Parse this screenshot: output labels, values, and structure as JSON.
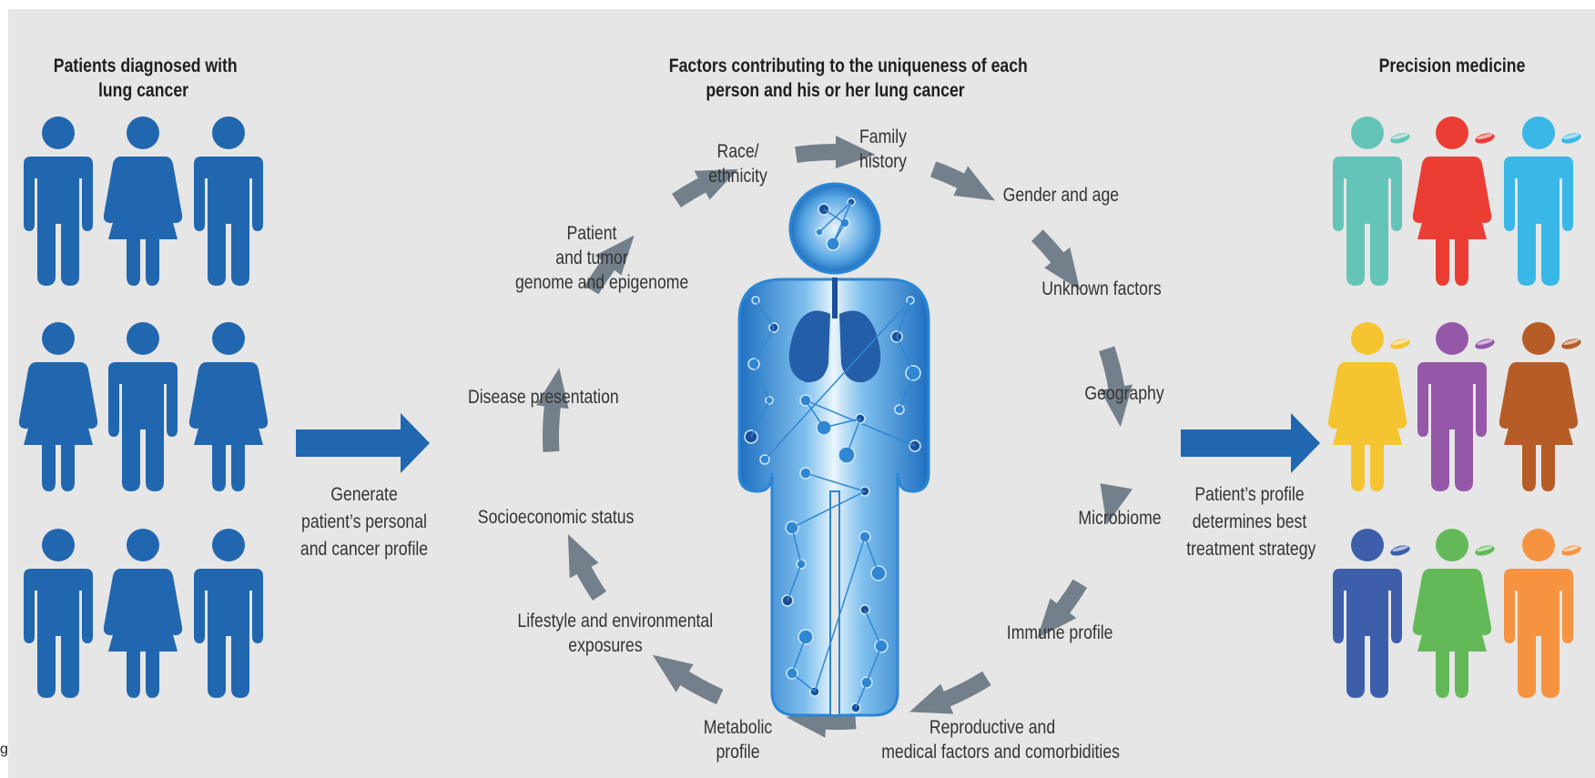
{
  "headings": {
    "left": [
      "Patients diagnosed with",
      "lung cancer"
    ],
    "center": [
      "Factors contributing to the uniqueness of each",
      "person and his or her lung cancer"
    ],
    "right": [
      "Precision medicine"
    ]
  },
  "arrow_captions": {
    "left": [
      "Generate",
      "patient’s personal",
      "and cancer profile"
    ],
    "right": [
      "Patient’s profile",
      "determines best",
      "treatment strategy"
    ]
  },
  "factors": [
    {
      "id": "race-ethnicity",
      "lines": [
        "Race/",
        "ethnicity"
      ]
    },
    {
      "id": "family-history",
      "lines": [
        "Family",
        "history"
      ]
    },
    {
      "id": "gender-age",
      "lines": [
        "Gender and age"
      ]
    },
    {
      "id": "unknown-factors",
      "lines": [
        "Unknown factors"
      ]
    },
    {
      "id": "geography",
      "lines": [
        "Geography"
      ]
    },
    {
      "id": "microbiome",
      "lines": [
        "Microbiome"
      ]
    },
    {
      "id": "immune-profile",
      "lines": [
        "Immune profile"
      ]
    },
    {
      "id": "reproductive-medical",
      "lines": [
        "Reproductive and",
        "medical factors and comorbidities"
      ]
    },
    {
      "id": "metabolic-profile",
      "lines": [
        "Metabolic",
        "profile"
      ]
    },
    {
      "id": "lifestyle-environment",
      "lines": [
        "Lifestyle and environmental",
        "exposures"
      ]
    },
    {
      "id": "socioeconomic-status",
      "lines": [
        "Socioeconomic status"
      ]
    },
    {
      "id": "disease-presentation",
      "lines": [
        "Disease presentation"
      ]
    },
    {
      "id": "genome-epigenome",
      "lines": [
        "Patient",
        "and tumor",
        "genome and epigenome"
      ]
    }
  ],
  "patients_left": {
    "color": "#2167b0",
    "grid": [
      "male",
      "female",
      "male",
      "female",
      "male",
      "female",
      "male",
      "female",
      "male"
    ]
  },
  "patients_right": [
    {
      "sex": "male",
      "color": "#65c4b8"
    },
    {
      "sex": "female",
      "color": "#ec3d35"
    },
    {
      "sex": "male",
      "color": "#39b8e8"
    },
    {
      "sex": "female",
      "color": "#f5c431"
    },
    {
      "sex": "male",
      "color": "#9558a8"
    },
    {
      "sex": "female",
      "color": "#b65c27"
    },
    {
      "sex": "male",
      "color": "#3d5fab"
    },
    {
      "sex": "female",
      "color": "#63b957"
    },
    {
      "sex": "male",
      "color": "#f69341"
    }
  ],
  "colors": {
    "panel": "#e6e6e6",
    "arrow_blue": "#2167b0",
    "cycle_arrow": "#73808b",
    "body_blue": "#1f7ac9"
  },
  "stray_text": "g"
}
